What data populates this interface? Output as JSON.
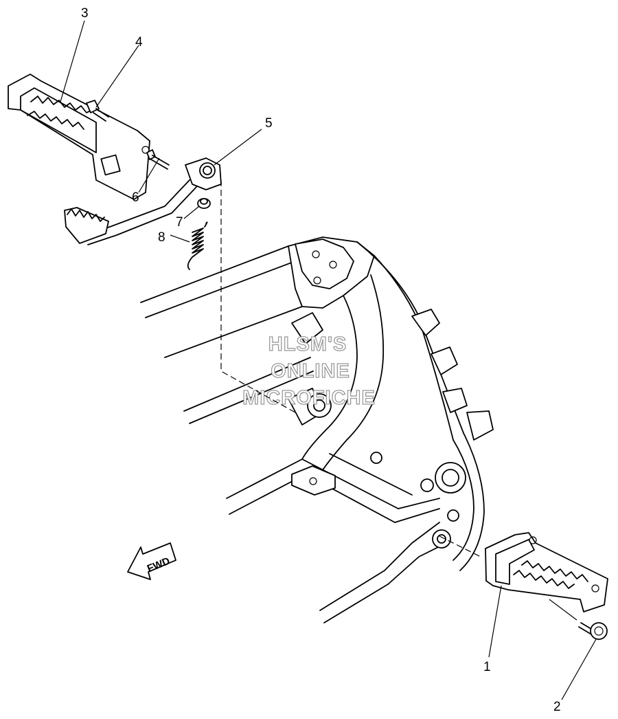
{
  "diagram": {
    "callouts": [
      {
        "id": "1",
        "label": "1"
      },
      {
        "id": "2",
        "label": "2"
      },
      {
        "id": "3",
        "label": "3"
      },
      {
        "id": "4",
        "label": "4"
      },
      {
        "id": "5",
        "label": "5"
      },
      {
        "id": "6",
        "label": "6"
      },
      {
        "id": "7",
        "label": "7"
      },
      {
        "id": "8",
        "label": "8"
      }
    ],
    "direction_arrow": {
      "label": "FWD",
      "icon": "forward-arrow-icon"
    },
    "watermark": {
      "lines": [
        "HLSM'S",
        "ONLINE",
        "MICROFICHE"
      ],
      "color": "#9a9a9a"
    }
  }
}
